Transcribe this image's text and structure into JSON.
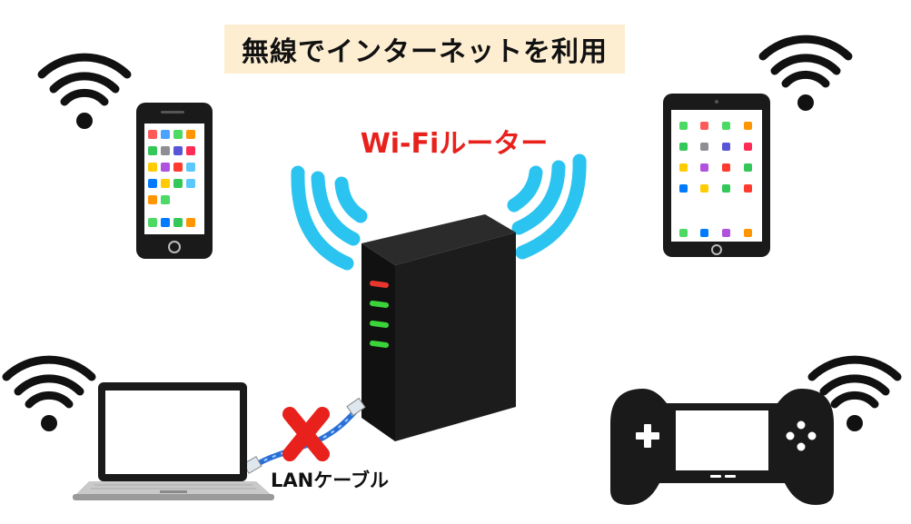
{
  "title": "無線でインターネットを利用",
  "router_label": "Wi-Fiルーター",
  "lan_label": "LANケーブル",
  "colors": {
    "title_bg": "#fdeed2",
    "router_label": "#e8211d",
    "router_waves": "#2bc4f0",
    "device_body": "#1a1a1a",
    "led_red": "#e8352d",
    "led_green": "#3ad43a",
    "cross": "#e8211d",
    "lan_cable": "#2a6fd6"
  },
  "icons": [
    "wifi-icon",
    "smartphone-icon",
    "tablet-icon",
    "laptop-icon",
    "game-controller-icon",
    "router-icon",
    "cross-icon"
  ]
}
